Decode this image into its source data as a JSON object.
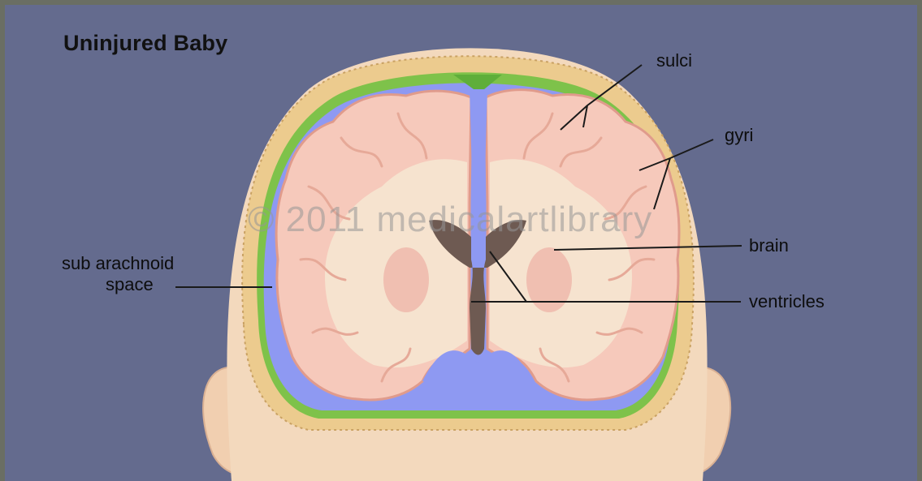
{
  "title": "Uninjured Baby",
  "watermark": "© 2011 medicalartlibrary",
  "labels": {
    "sulci": "sulci",
    "gyri": "gyri",
    "brain": "brain",
    "ventricles": "ventricles",
    "subarachnoid_line1": "sub arachnoid",
    "subarachnoid_line2": "space"
  },
  "colors": {
    "background": "#646b8e",
    "skin": "#f3d9bd",
    "skull": "#eccb8e",
    "membrane": "#7ec24a",
    "csf": "#8e99f2",
    "brain": "#f6c9bb",
    "white_matter": "#f6e3cf",
    "ventricles": "#6e5a52"
  }
}
